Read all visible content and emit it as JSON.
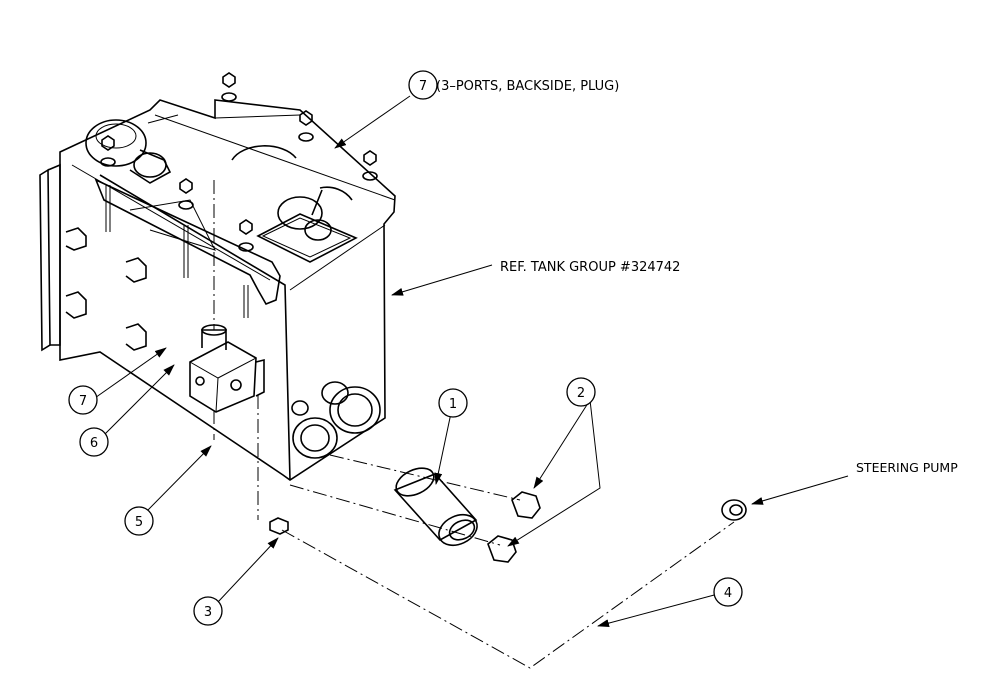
{
  "labels": {
    "note_7_top": "(3–PORTS, BACKSIDE, PLUG)",
    "ref_tank": "REF. TANK GROUP #324742",
    "steering_pump": "STEERING PUMP"
  },
  "balloons": {
    "b7_top": "7",
    "b1": "1",
    "b2": "2",
    "b3": "3",
    "b4": "4",
    "b5": "5",
    "b6": "6",
    "b7_left": "7"
  }
}
